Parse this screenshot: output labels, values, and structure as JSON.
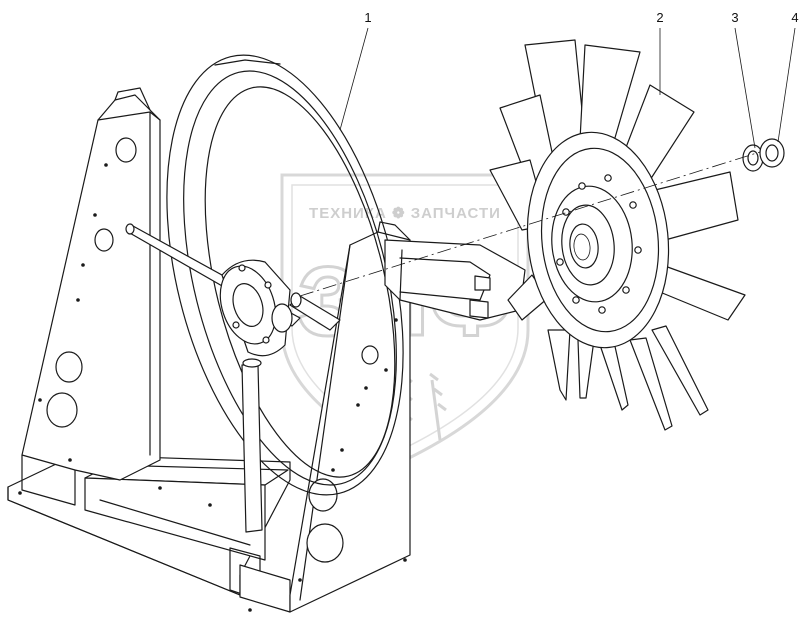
{
  "callouts": [
    {
      "label": "1"
    },
    {
      "label": "2"
    },
    {
      "label": "3"
    },
    {
      "label": "4"
    }
  ],
  "watermark": {
    "caption": "ТЕХНИКА  ❁  ЗАПЧАСТИ",
    "logo_letters": "ЗИФ"
  },
  "colors": {
    "line": "#1a1a1a",
    "watermark": "#cccccc",
    "background": "#ffffff"
  }
}
